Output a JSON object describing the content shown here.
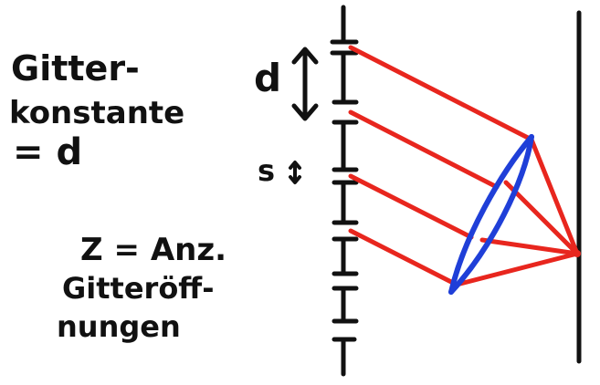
{
  "labels": {
    "gitterkonstante_line1": "Gitter-",
    "gitterkonstante_line2": "konstante",
    "gitterkonstante_line3": "= d",
    "d_marker": "d",
    "s_marker": "s",
    "z_line1": "Z = Anz.",
    "z_line2": "Gitteröff-",
    "z_line3": "nungen"
  },
  "colors": {
    "ink": "#111111",
    "rays": "#e8261e",
    "lens": "#1f3fd8"
  }
}
